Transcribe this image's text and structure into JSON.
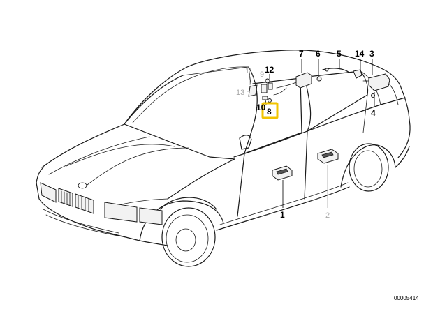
{
  "diagram": {
    "reference_number": "00005414",
    "highlight_color": "#f2c400",
    "callouts": [
      {
        "id": "c1",
        "label": "1",
        "grey": false
      },
      {
        "id": "c2",
        "label": "2",
        "grey": true
      },
      {
        "id": "c3",
        "label": "3",
        "grey": false
      },
      {
        "id": "c4",
        "label": "4",
        "grey": false
      },
      {
        "id": "c5",
        "label": "5",
        "grey": false
      },
      {
        "id": "c6",
        "label": "6",
        "grey": false
      },
      {
        "id": "c7",
        "label": "7",
        "grey": false
      },
      {
        "id": "c8",
        "label": "8",
        "grey": false,
        "highlighted": true
      },
      {
        "id": "c9",
        "label": "9",
        "grey": true
      },
      {
        "id": "c10",
        "label": "10",
        "grey": false
      },
      {
        "id": "c11",
        "label": "11",
        "grey": true
      },
      {
        "id": "c12",
        "label": "12",
        "grey": false
      },
      {
        "id": "c13",
        "label": "13",
        "grey": true
      },
      {
        "id": "c14",
        "label": "14",
        "grey": false
      }
    ]
  }
}
